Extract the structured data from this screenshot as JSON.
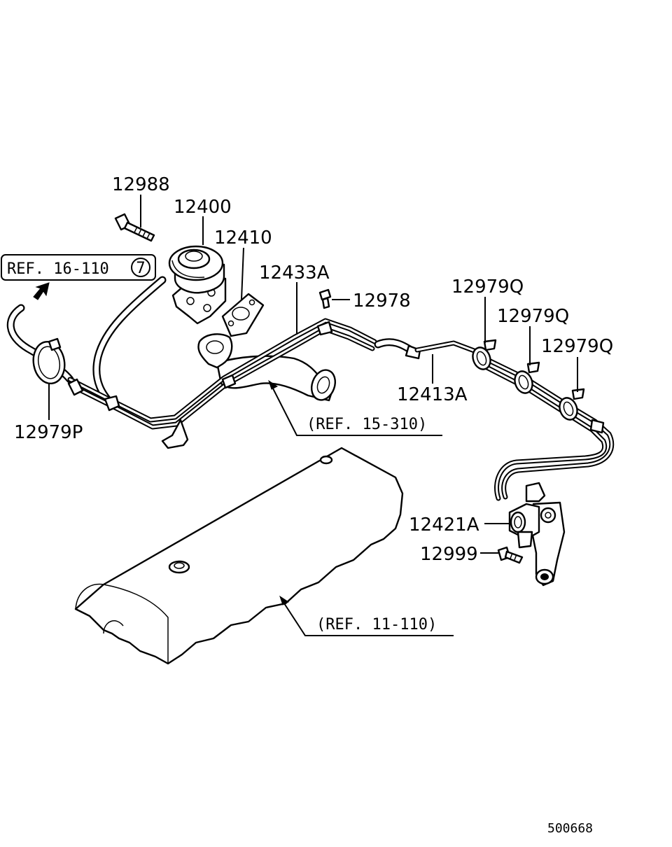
{
  "callouts": {
    "p12988": "12988",
    "p12400": "12400",
    "p12410": "12410",
    "p12433A": "12433A",
    "p12978": "12978",
    "p12979Q_1": "12979Q",
    "p12979Q_2": "12979Q",
    "p12979Q_3": "12979Q",
    "p12413A": "12413A",
    "p12979P": "12979P",
    "p12421A": "12421A",
    "p12999": "12999"
  },
  "references": {
    "ref_16_110": "REF. 16-110",
    "ref_16_110_circle": "7",
    "ref_15_310": "(REF. 15-310)",
    "ref_11_110": "(REF. 11-110)"
  },
  "diagram_code": "500668"
}
